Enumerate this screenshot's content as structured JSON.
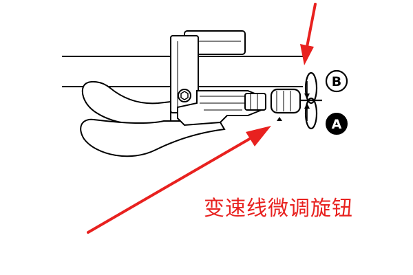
{
  "diagram": {
    "callout_b": "B",
    "callout_a": "A",
    "caption": "变速线微调旋钮"
  },
  "colors": {
    "line": "#000000",
    "arrow": "#e8211f",
    "caption": "#e8211f",
    "background": "#ffffff"
  }
}
